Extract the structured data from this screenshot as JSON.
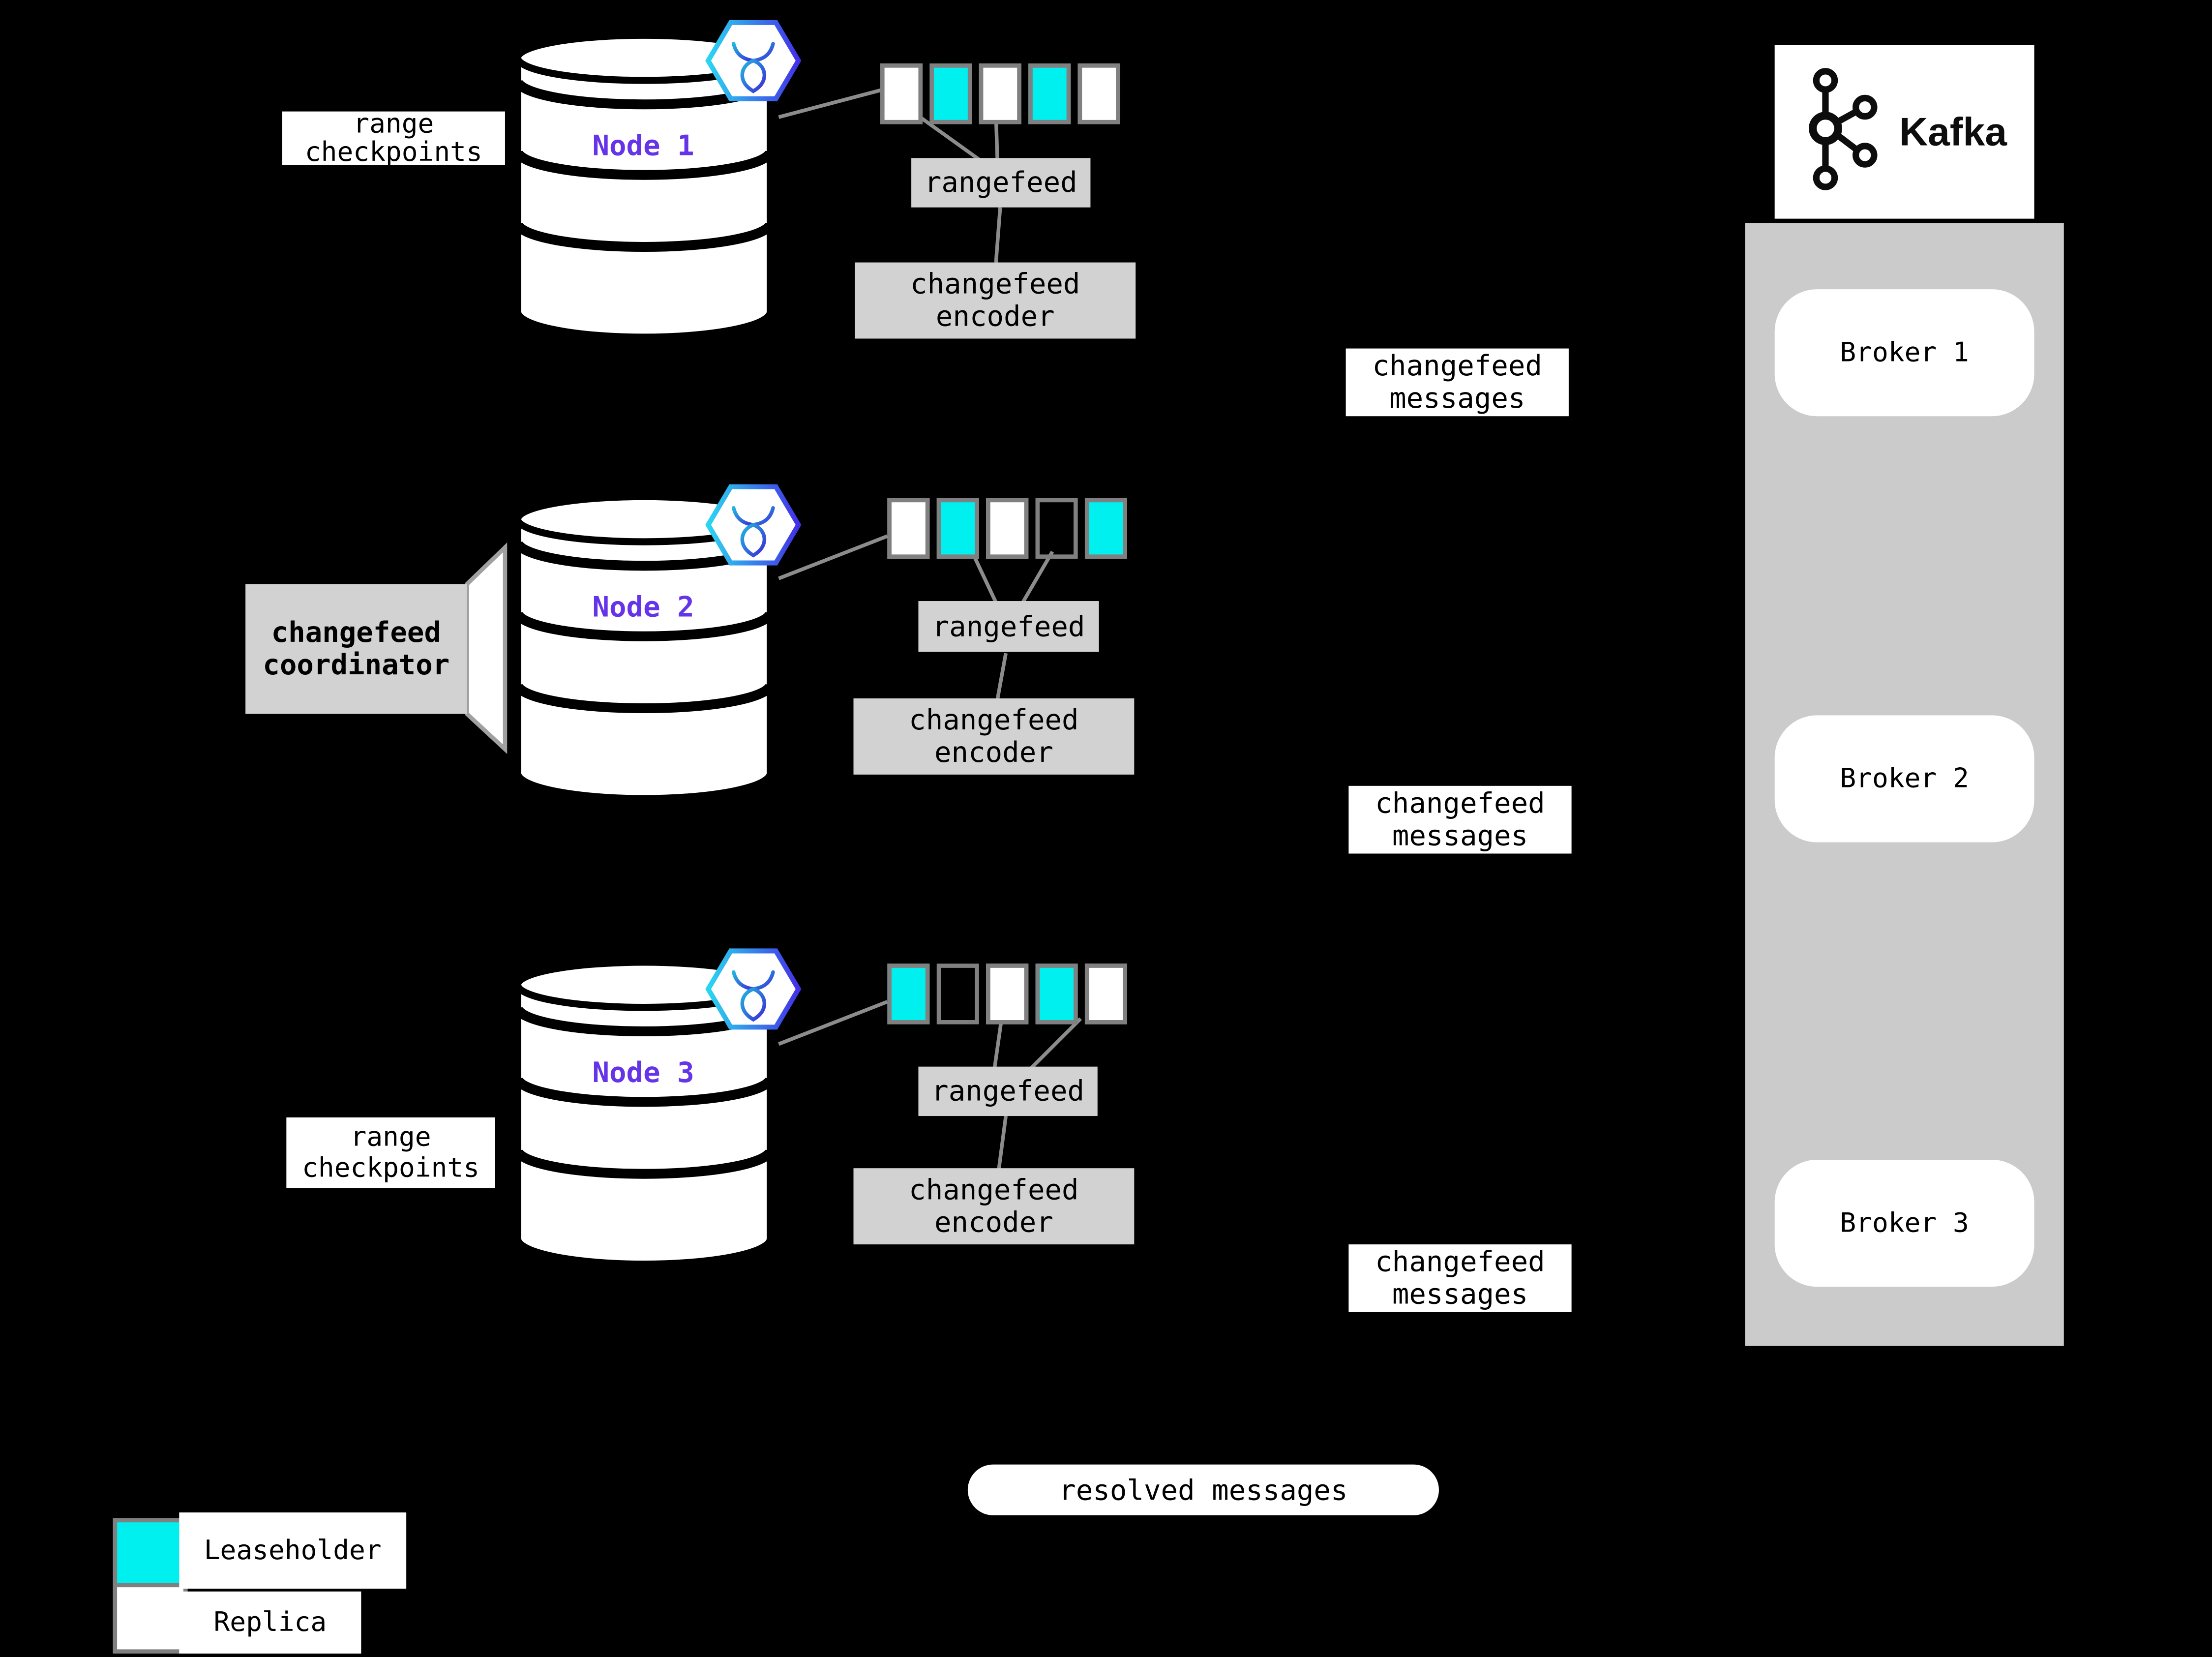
{
  "nodes": [
    {
      "name": "Node 1",
      "range_checkpoints_label": "range\ncheckpoints",
      "rangefeed_label": "rangefeed",
      "encoder_label": "changefeed\nencoder",
      "messages_label": "changefeed\nmessages",
      "ranges": [
        "replica",
        "leaseholder",
        "replica",
        "leaseholder",
        "replica"
      ]
    },
    {
      "name": "Node 2",
      "coordinator_label": "changefeed\ncoordinator",
      "rangefeed_label": "rangefeed",
      "encoder_label": "changefeed\nencoder",
      "messages_label": "changefeed\nmessages",
      "ranges": [
        "replica",
        "leaseholder",
        "replica",
        "empty",
        "leaseholder"
      ]
    },
    {
      "name": "Node 3",
      "range_checkpoints_label": "range\ncheckpoints",
      "rangefeed_label": "rangefeed",
      "encoder_label": "changefeed\nencoder",
      "messages_label": "changefeed\nmessages",
      "ranges": [
        "leaseholder",
        "empty",
        "replica",
        "leaseholder",
        "replica"
      ]
    }
  ],
  "kafka": {
    "brand": "Kafka",
    "brokers": [
      {
        "label": "Broker 1"
      },
      {
        "label": "Broker 2"
      },
      {
        "label": "Broker 3"
      }
    ]
  },
  "resolved_messages_label": "resolved messages",
  "legend": {
    "items": [
      {
        "label": "Leaseholder",
        "kind": "leaseholder"
      },
      {
        "label": "Replica",
        "kind": "replica"
      }
    ]
  },
  "colors": {
    "background": "#000000",
    "leaseholder": "#00efef",
    "replica": "#ffffff",
    "node_name": "#6533e8",
    "kafka_panel": "#cbcbcb",
    "gray_box": "#d2d2d2",
    "connector_line": "#8c8c8c",
    "range_border": "#808080"
  }
}
